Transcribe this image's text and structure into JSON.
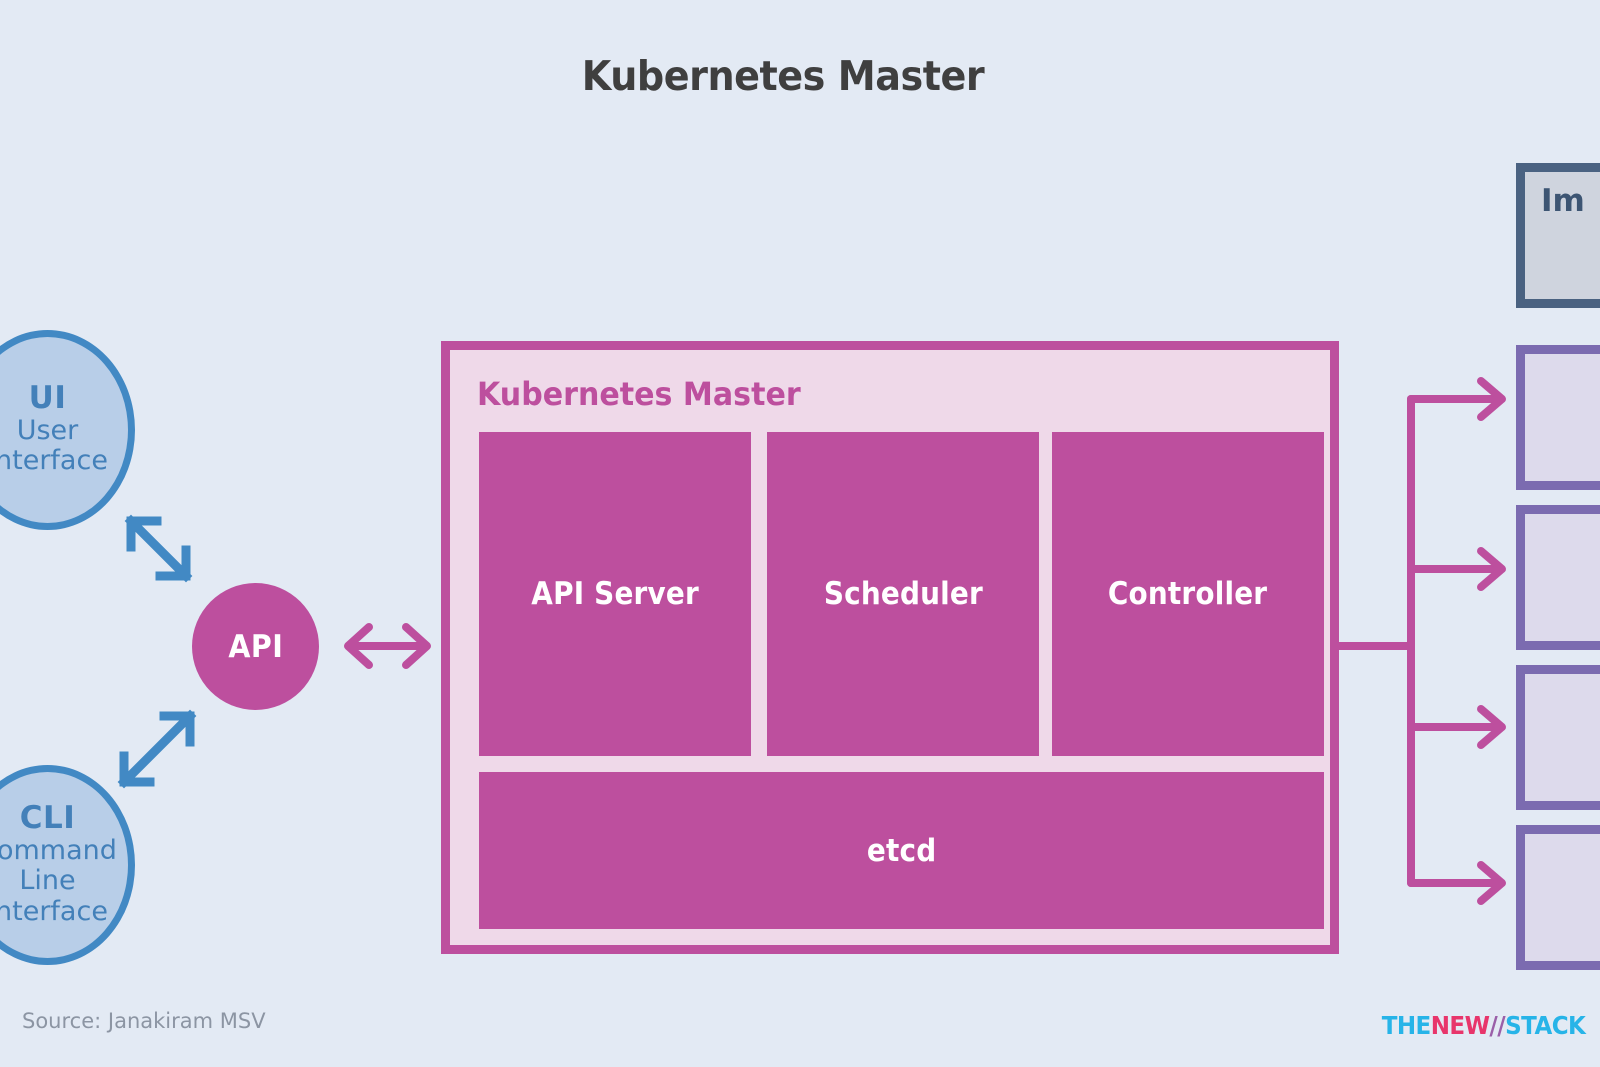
{
  "page": {
    "title": "Kubernetes Master",
    "background_color": "#E3EAF4"
  },
  "colors": {
    "background": "#E3EAF4",
    "magenta": "#BD4F9E",
    "magenta_light": "#EFD9E9",
    "blue_actor_border": "#4289C4",
    "blue_actor_fill": "#B8CEE8",
    "blue_actor_text": "#4380B9",
    "slate_border": "#4A6281",
    "slate_fill": "#CFD4DE",
    "purple_border": "#7B6BB0",
    "purple_fill": "#DDDAEC",
    "title_text": "#3F3F3F",
    "source_text": "#8C95A3"
  },
  "actors": [
    {
      "id": "ui",
      "abbr": "UI",
      "full_line_1": "User",
      "full_line_2": "Interface"
    },
    {
      "id": "cli",
      "abbr": "CLI",
      "full_line_1": "Command",
      "full_line_2": "Line",
      "full_line_3": "Interface"
    }
  ],
  "api_gateway": {
    "label": "API"
  },
  "master": {
    "panel_title": "Kubernetes Master",
    "components": [
      {
        "id": "api-server",
        "label": "API Server"
      },
      {
        "id": "scheduler",
        "label": "Scheduler"
      },
      {
        "id": "controller",
        "label": "Controller"
      },
      {
        "id": "etcd",
        "label": "etcd"
      }
    ]
  },
  "right_side": {
    "registry": {
      "label": "Im",
      "clipped": true
    },
    "worker_count": 4
  },
  "footer": {
    "source": "Source: Janakiram MSV",
    "logo": {
      "part_1": "THE",
      "part_2": "NEW",
      "part_3": "//",
      "part_4": "STACK"
    }
  }
}
